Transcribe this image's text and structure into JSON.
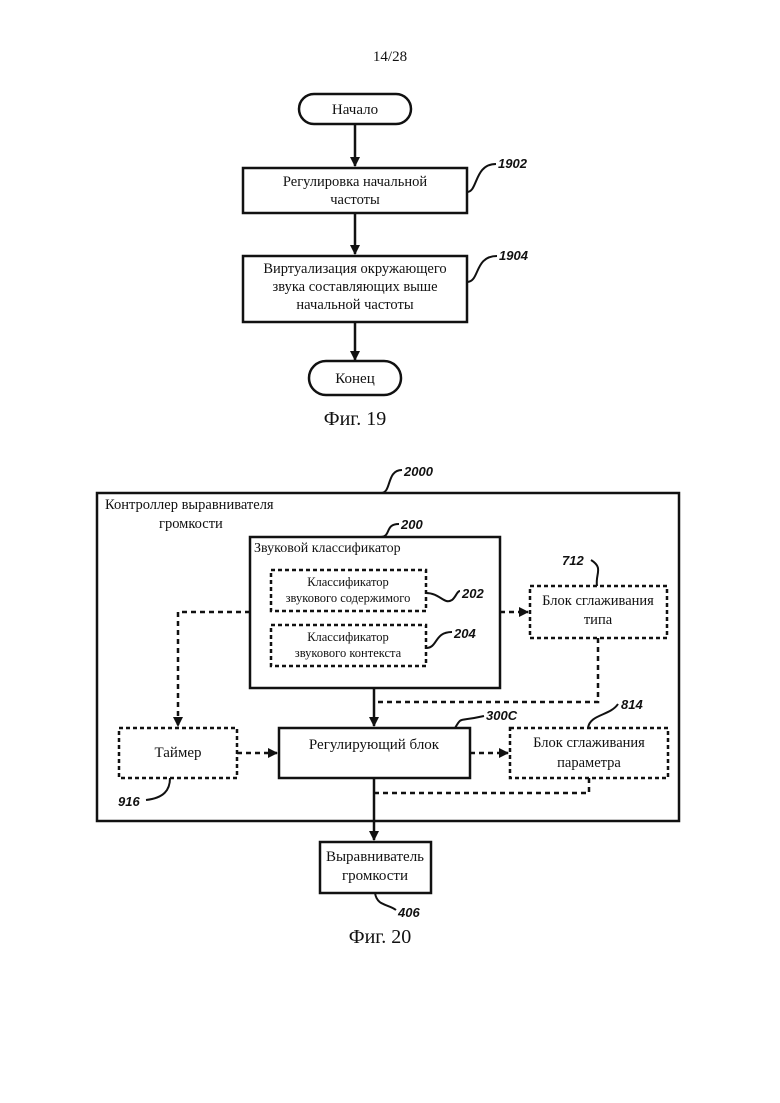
{
  "page_number": "14/28",
  "fig19": {
    "start": "Начало",
    "step1": [
      "Регулировка начальной",
      "частоты"
    ],
    "step1_ref": "1902",
    "step2": [
      "Виртуализация окружающего",
      "звука составляющих выше",
      "начальной частоты"
    ],
    "step2_ref": "1904",
    "end": "Конец",
    "caption": "Фиг. 19"
  },
  "fig20": {
    "outer_label": [
      "Контроллер выравнивателя",
      "громкости"
    ],
    "outer_ref": "2000",
    "classifier_label": "Звуковой классификатор",
    "classifier_ref": "200",
    "content_classifier": [
      "Классификатор",
      "звукового содержимого"
    ],
    "content_classifier_ref": "202",
    "context_classifier": [
      "Классификатор",
      "звукового контекста"
    ],
    "context_classifier_ref": "204",
    "type_smoothing": [
      "Блок сглаживания",
      "типа"
    ],
    "type_smoothing_ref": "712",
    "timer": "Таймер",
    "timer_ref": "916",
    "adjusting_unit": "Регулирующий блок",
    "adjusting_unit_ref": "300C",
    "param_smoothing": [
      "Блок сглаживания",
      "параметра"
    ],
    "param_smoothing_ref": "814",
    "leveler": [
      "Выравниватель",
      "громкости"
    ],
    "leveler_ref": "406",
    "caption": "Фиг. 20"
  }
}
